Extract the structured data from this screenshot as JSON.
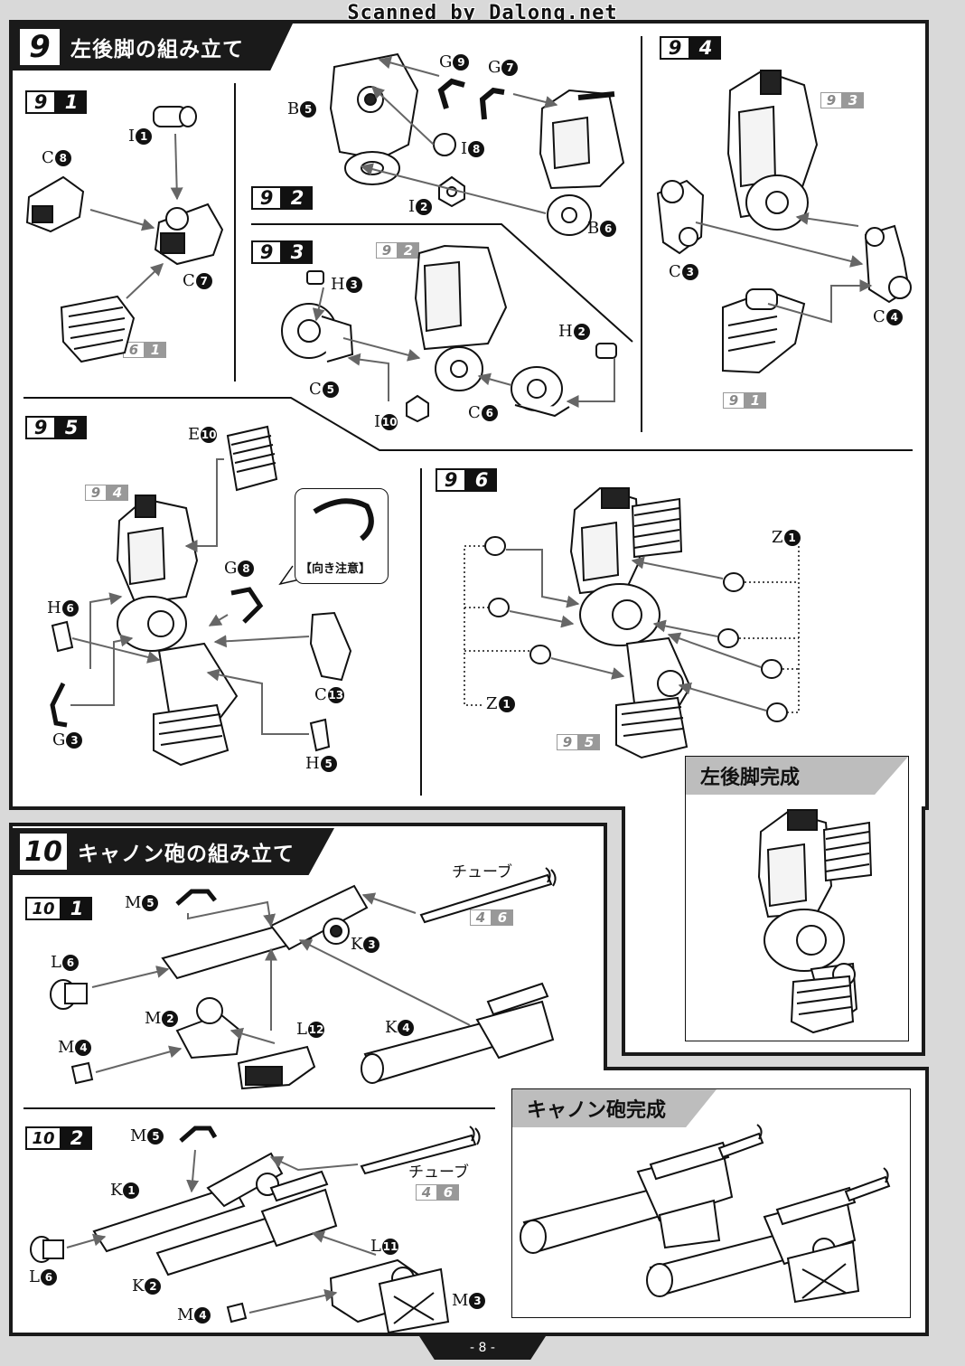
{
  "watermark": "Scanned by Dalong.net",
  "section9": {
    "number": "9",
    "title": "左後脚の組み立て",
    "steps": [
      {
        "n1": "9",
        "n2": "1"
      },
      {
        "n1": "9",
        "n2": "2"
      },
      {
        "n1": "9",
        "n2": "3"
      },
      {
        "n1": "9",
        "n2": "4"
      },
      {
        "n1": "9",
        "n2": "5"
      },
      {
        "n1": "9",
        "n2": "6"
      }
    ],
    "refs": {
      "s1": {
        "a": "6",
        "b": "1"
      },
      "s3": {
        "a": "9",
        "b": "2"
      },
      "s4a": {
        "a": "9",
        "b": "3"
      },
      "s4b": {
        "a": "9",
        "b": "1"
      },
      "s5": {
        "a": "9",
        "b": "4"
      },
      "s6": {
        "a": "9",
        "b": "5"
      }
    },
    "parts": {
      "i1": {
        "l": "I",
        "n": "1"
      },
      "c8": {
        "l": "C",
        "n": "8"
      },
      "c7": {
        "l": "C",
        "n": "7"
      },
      "b5": {
        "l": "B",
        "n": "5"
      },
      "g9": {
        "l": "G",
        "n": "9"
      },
      "g7": {
        "l": "G",
        "n": "7"
      },
      "i8": {
        "l": "I",
        "n": "8"
      },
      "i2": {
        "l": "I",
        "n": "2"
      },
      "b6": {
        "l": "B",
        "n": "6"
      },
      "h3": {
        "l": "H",
        "n": "3"
      },
      "h2": {
        "l": "H",
        "n": "2"
      },
      "c5": {
        "l": "C",
        "n": "5"
      },
      "i10": {
        "l": "I",
        "n": "10"
      },
      "c6": {
        "l": "C",
        "n": "6"
      },
      "c3": {
        "l": "C",
        "n": "3"
      },
      "c4": {
        "l": "C",
        "n": "4"
      },
      "e10": {
        "l": "E",
        "n": "10"
      },
      "g8": {
        "l": "G",
        "n": "8"
      },
      "h6": {
        "l": "H",
        "n": "6"
      },
      "g3": {
        "l": "G",
        "n": "3"
      },
      "c13": {
        "l": "C",
        "n": "13"
      },
      "h5": {
        "l": "H",
        "n": "5"
      },
      "z1a": {
        "l": "Z",
        "n": "1"
      },
      "z1b": {
        "l": "Z",
        "n": "1"
      }
    },
    "note": "【向き注意】",
    "complete_title": "左後脚完成"
  },
  "section10": {
    "number": "10",
    "title": "キャノン砲の組み立て",
    "steps": [
      {
        "n1": "10",
        "n2": "1"
      },
      {
        "n1": "10",
        "n2": "2"
      }
    ],
    "tube_label": "チューブ",
    "refs": {
      "tube1": {
        "a": "4",
        "b": "6"
      },
      "tube2": {
        "a": "4",
        "b": "6"
      }
    },
    "parts": {
      "m5a": {
        "l": "M",
        "n": "5"
      },
      "k3": {
        "l": "K",
        "n": "3"
      },
      "l6a": {
        "l": "L",
        "n": "6"
      },
      "m2": {
        "l": "M",
        "n": "2"
      },
      "l12": {
        "l": "L",
        "n": "12"
      },
      "k4": {
        "l": "K",
        "n": "4"
      },
      "m4a": {
        "l": "M",
        "n": "4"
      },
      "m5b": {
        "l": "M",
        "n": "5"
      },
      "k1": {
        "l": "K",
        "n": "1"
      },
      "l6b": {
        "l": "L",
        "n": "6"
      },
      "k2": {
        "l": "K",
        "n": "2"
      },
      "l11": {
        "l": "L",
        "n": "11"
      },
      "m4b": {
        "l": "M",
        "n": "4"
      },
      "m3": {
        "l": "M",
        "n": "3"
      }
    },
    "complete_title": "キャノン砲完成"
  },
  "page_number": "- 8 -"
}
